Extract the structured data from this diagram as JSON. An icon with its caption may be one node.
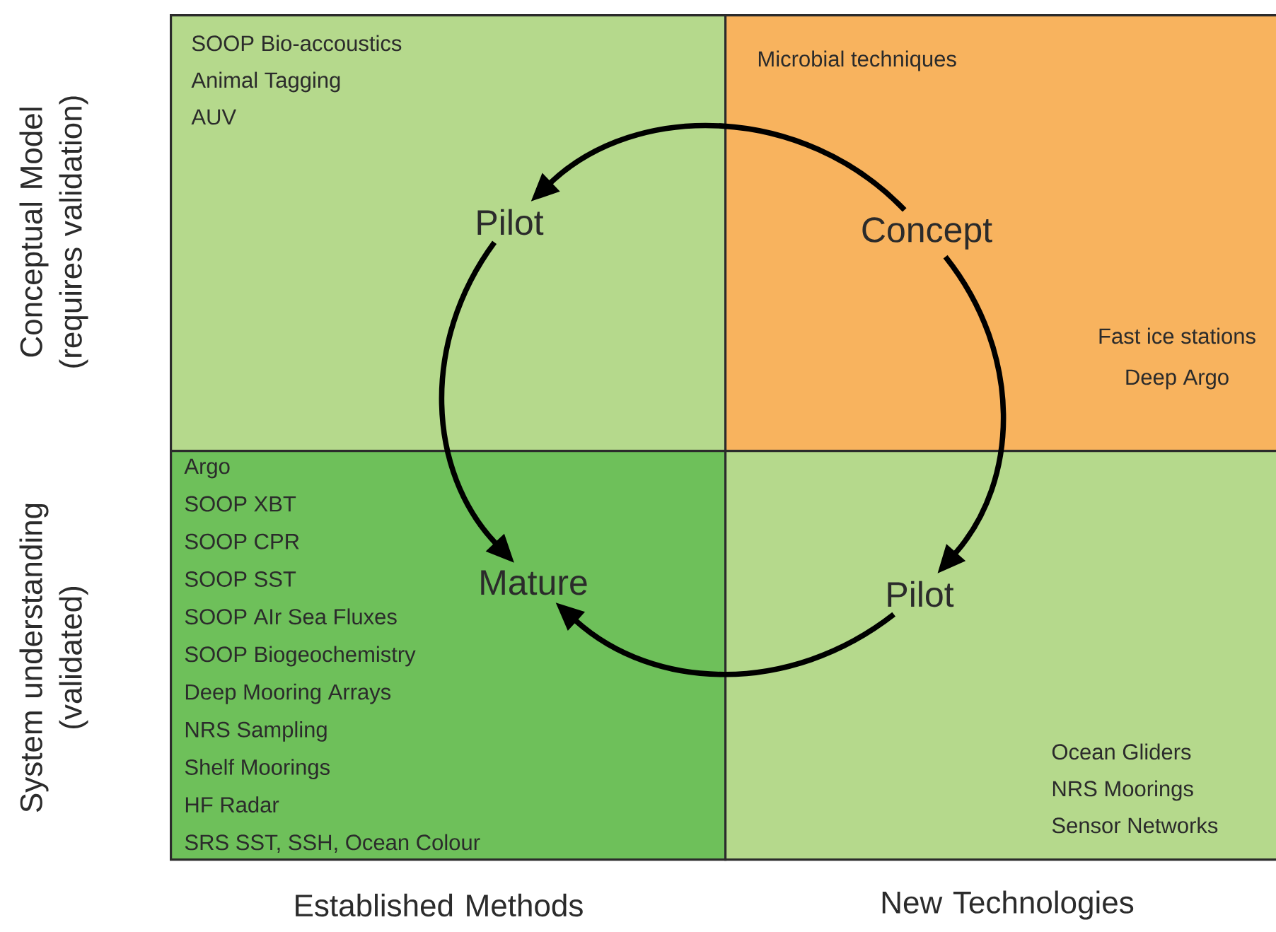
{
  "diagram": {
    "nodes": [
      {
        "text": [
          "SOOP Bio-accoustics",
          "Animal Tagging",
          "AUV"
        ]
      },
      {
        "text": [
          "Pilot"
        ],
        "in": 0
      },
      {
        "text": [
          "Microbial techniques",
          "Fast ice stations",
          "Deep Argo"
        ]
      },
      {
        "text": [
          "Concept"
        ],
        "in": 2
      },
      {
        "text": [
          "Argo",
          "SOOP XBT",
          "SOOP CPR",
          "SOOP SST",
          "SOOP AIr Sea Fluxes",
          "SOOP Biogeochemistry",
          "Deep Mooring Arrays",
          "NRS Sampling",
          "Shelf Moorings",
          "HF Radar",
          "SRS SST, SSH, Ocean Colour"
        ]
      },
      {
        "text": [
          "Mature"
        ],
        "in": 4
      },
      {
        "text": [
          "Ocean Gliders",
          "NRS Moorings",
          "Sensor Networks"
        ]
      },
      {
        "text": [
          "Pilot"
        ],
        "in": 6
      }
    ],
    "edges": [
      {
        "from": 3,
        "to": 1,
        "arrow": "to"
      },
      {
        "from": 1,
        "to": 5,
        "arrow": "to"
      },
      {
        "from": 3,
        "to": 7,
        "arrow": "to"
      },
      {
        "from": 7,
        "to": 5,
        "arrow": "to"
      }
    ],
    "labels": [
      "Conceptual Model (requires validation)",
      "System understanding (validated)",
      "Established Methods",
      "New Technologies"
    ]
  }
}
